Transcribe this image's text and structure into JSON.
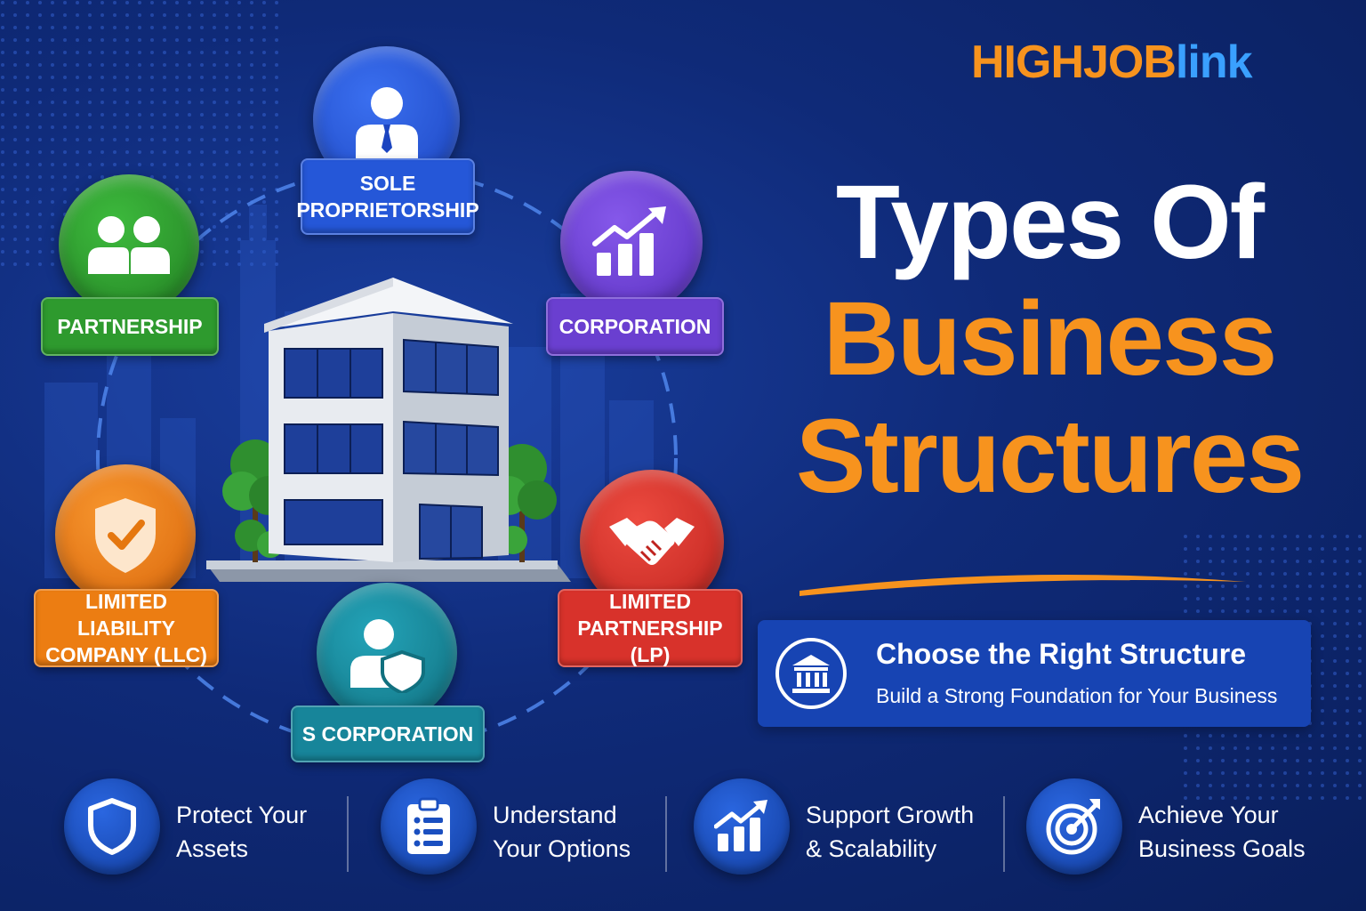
{
  "brand": {
    "part1": "HIGHJOB",
    "part2": "link"
  },
  "title": {
    "line1": "Types Of",
    "line2": "Business",
    "line3": "Structures"
  },
  "cta": {
    "title": "Choose the Right Structure",
    "subtitle": "Build a Strong Foundation for Your Business",
    "icon": "bank-icon"
  },
  "structures": [
    {
      "line1": "SOLE",
      "line2": "PROPRIETORSHIP",
      "icon": "businessman-icon",
      "color": "#2255d6"
    },
    {
      "line1": "CORPORATION",
      "line2": "",
      "icon": "growth-chart-icon",
      "color": "#6a3fd0"
    },
    {
      "line1": "LIMITED",
      "line2": "PARTNERSHIP (LP)",
      "icon": "handshake-icon",
      "color": "#d8322b"
    },
    {
      "line1": "S CORPORATION",
      "line2": "",
      "icon": "user-shield-icon",
      "color": "#17859a"
    },
    {
      "line1": "LIMITED LIABILITY",
      "line2": "COMPANY (LLC)",
      "icon": "shield-check-icon",
      "color": "#ec7d12"
    },
    {
      "line1": "PARTNERSHIP",
      "line2": "",
      "icon": "two-people-icon",
      "color": "#2e9a2e"
    }
  ],
  "features": [
    {
      "line1": "Protect Your",
      "line2": "Assets",
      "icon": "shield-icon"
    },
    {
      "line1": "Understand",
      "line2": "Your Options",
      "icon": "clipboard-list-icon"
    },
    {
      "line1": "Support Growth",
      "line2": "& Scalability",
      "icon": "bar-chart-icon"
    },
    {
      "line1": "Achieve Your",
      "line2": "Business Goals",
      "icon": "target-icon"
    }
  ]
}
